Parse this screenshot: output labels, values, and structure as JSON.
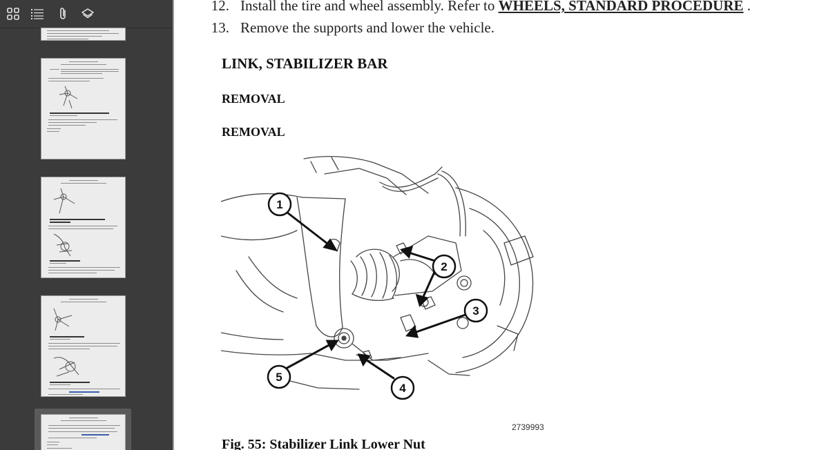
{
  "document": {
    "steps": [
      {
        "number": "12.",
        "text": "Install the tire and wheel assembly. Refer to ",
        "ref": "WHEELS, STANDARD PROCEDURE",
        "suffix": " ."
      },
      {
        "number": "13.",
        "text": "Remove the supports and lower the vehicle."
      }
    ],
    "section_title": "LINK, STABILIZER BAR",
    "subheading_1": "REMOVAL",
    "subheading_2": "REMOVAL",
    "figure": {
      "callouts": [
        "1",
        "2",
        "3",
        "4",
        "5"
      ],
      "id": "2739993",
      "caption": "Fig. 55: Stabilizer Link Lower Nut"
    }
  },
  "sidebar": {
    "toolbar": [
      "thumbnails-icon",
      "outline-icon",
      "attachments-icon",
      "layers-icon"
    ],
    "selected_thumbnail": 5
  },
  "colors": {
    "sidebar_bg": "#3b3b3b",
    "thumb_bg": "#ececec",
    "link_text": "#000000"
  }
}
